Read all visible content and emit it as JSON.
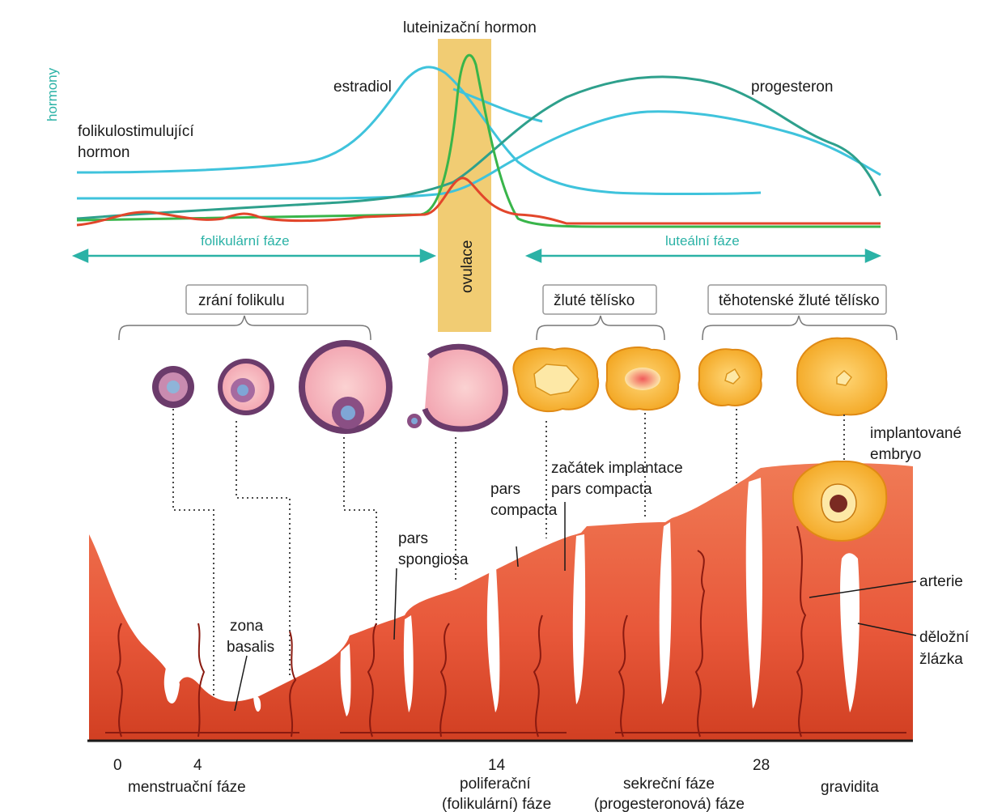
{
  "hormones": {
    "axis_label": "hormony",
    "lh": "luteinizační hormon",
    "estradiol": "estradiol",
    "progesteron": "progesteron",
    "fsh_line1": "folikulostimulující",
    "fsh_line2": "hormon"
  },
  "phases": {
    "follicular": "folikulární fáze",
    "ovulation": "ovulace",
    "luteal": "luteální fáze"
  },
  "ovary": {
    "maturation": "zrání folikulu",
    "corpus_luteum": "žluté tělísko",
    "pregnancy_corpus_luteum": "těhotenské žluté tělísko",
    "implanted_embryo_line1": "implantované",
    "implanted_embryo_line2": "embryo"
  },
  "endometrium": {
    "pars_spongiosa_line1": "pars",
    "pars_spongiosa_line2": "spongiosa",
    "pars_compacta_line1": "pars",
    "pars_compacta_line2": "compacta",
    "implantation_start_line1": "začátek implantace",
    "implantation_start_line2": "pars compacta",
    "zona_basalis_line1": "zona",
    "zona_basalis_line2": "basalis",
    "artery": "arterie",
    "gland_line1": "děložní",
    "gland_line2": "žlázka"
  },
  "timeline": {
    "day_0": "0",
    "day_4": "4",
    "day_14": "14",
    "day_28": "28",
    "menstrual": "menstruační fáze",
    "proliferative_line1": "poliferační",
    "proliferative_line2": "(folikulární) fáze",
    "secretory_line1": "sekreční fáze",
    "secretory_line2": "(progesteronová) fáze",
    "pregnancy": "gravidita"
  },
  "colors": {
    "estradiol": "#3fc3dc",
    "fsh": "#3fc3dc",
    "lh": "#39b54a",
    "progesteron": "#2ea08c",
    "red_curve": "#e2462b",
    "ovulation_band": "#efc35a",
    "tissue": "#e8583a",
    "corpus_luteum": "#f6a623",
    "teal_text": "#2bb2a6"
  }
}
